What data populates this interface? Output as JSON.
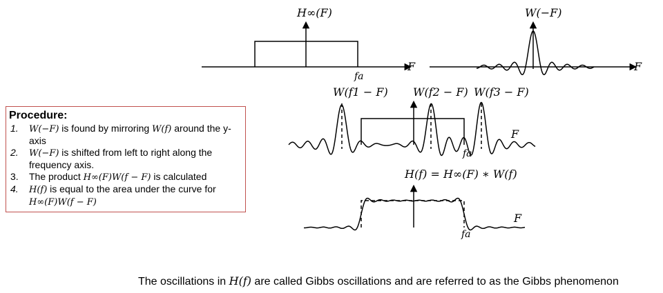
{
  "diagram": {
    "top_left_plot": {
      "y_label": "H∞(F)",
      "x_label": "F",
      "cutoff_label": "fa"
    },
    "top_right_plot": {
      "y_label": "W(−F)",
      "x_label": "F"
    },
    "middle_plot": {
      "window_labels": [
        "W(f1 − F)",
        "W(f2 − F)",
        "W(f3 − F)"
      ],
      "x_label": "F",
      "cutoff_label": "fa"
    },
    "bottom_plot": {
      "title": "H(f) = H∞(F) ∗ W(f)",
      "x_label": "F",
      "cutoff_label": "fa"
    }
  },
  "procedure": {
    "title": "Procedure:",
    "steps": [
      {
        "number": "1.",
        "math": "W(−F)",
        "text": " is found by mirroring ",
        "math2": "W(f)",
        "text2": " around the y-axis"
      },
      {
        "number": "2.",
        "math": "W(−F)",
        "text": " is shifted from left to right along the frequency axis."
      },
      {
        "number": "3.",
        "pre": "The product ",
        "math": "H∞(F)W(f − F)",
        "text": " is calculated"
      },
      {
        "number": "4.",
        "math": "H(f)",
        "text": " is equal to the area under the curve for ",
        "math2": "H∞(F)W(f − F)"
      }
    ]
  },
  "caption": {
    "pre": "The oscillations in ",
    "math": "H(f)",
    "post": " are called Gibbs oscillations and are referred to as the Gibbs phenomenon"
  }
}
